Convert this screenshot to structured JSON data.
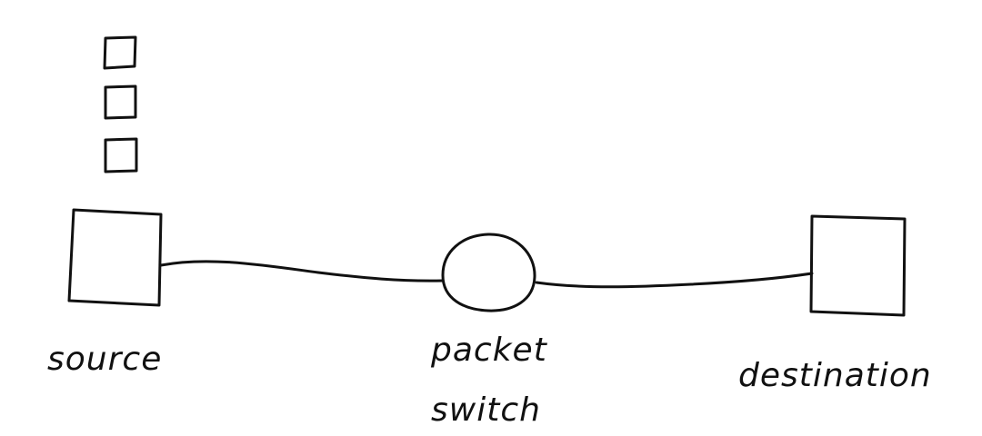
{
  "nodes": {
    "source": {
      "label": "source"
    },
    "packet_switch": {
      "label_line1": "packet",
      "label_line2": "switch"
    },
    "destination": {
      "label": "destination"
    }
  },
  "queue": {
    "packet_count": 3
  },
  "colors": {
    "ink": "#111111",
    "background": "#ffffff"
  }
}
